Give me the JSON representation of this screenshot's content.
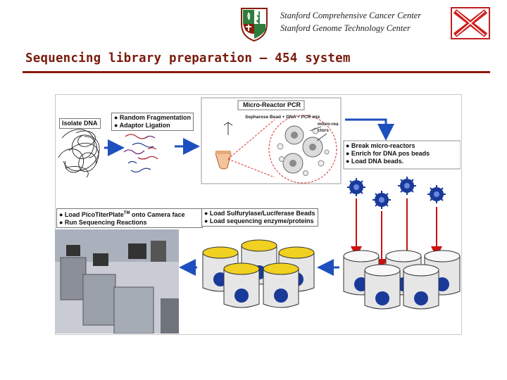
{
  "header": {
    "line1": "Stanford Comprehensive Cancer Center",
    "line2": "Stanford Genome Technology Center"
  },
  "title": "Sequencing library preparation – 454 system",
  "figure": {
    "isolate_label": "Isolate DNA",
    "frag_items": [
      "● Random Fragmentation",
      "● Adaptor Ligation"
    ],
    "pcr_title": "Micro-Reactor PCR",
    "pcr_subtitle": "Sepharose Bead + DNA + PCR mix",
    "micro_reactors": "micro-reactors",
    "break_items": [
      "● Break micro-reactors",
      "● Enrich for DNA pos beads",
      "● Load DNA beads."
    ],
    "load_items_left_1": "● Load PicoTiterPlate",
    "tm": "TM",
    "load_items_left_1b": " onto Camera face",
    "load_items_left_2": "● Run Sequencing Reactions",
    "load_items_right": [
      "● Load Sulfurylase/Luciferase Beads",
      "● Load sequencing enzyme/proteins"
    ]
  },
  "colors": {
    "title": "#7a1a0c",
    "rule": "#8a1c0c",
    "arrow_blue": "#1e4fbf",
    "arrow_red": "#cc1111",
    "bead_blue": "#1a3a9a",
    "bead_yellow": "#f0d020"
  },
  "icons": [
    "stanford-shield-icon",
    "close-x-logo-icon"
  ]
}
